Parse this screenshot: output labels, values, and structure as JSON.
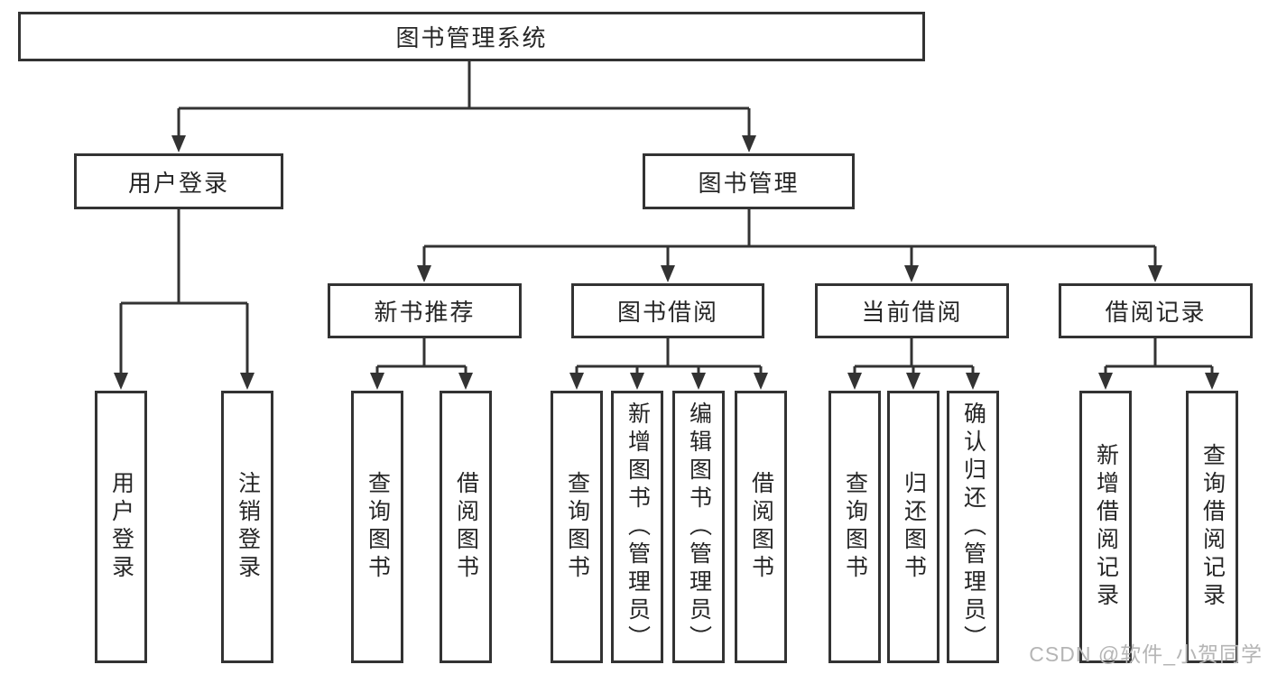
{
  "tree": {
    "label": "图书管理系统",
    "children": [
      {
        "label": "用户登录",
        "children": [
          {
            "label": "用户登录"
          },
          {
            "label": "注销登录"
          }
        ]
      },
      {
        "label": "图书管理",
        "children": [
          {
            "label": "新书推荐",
            "children": [
              {
                "label": "查询图书"
              },
              {
                "label": "借阅图书"
              }
            ]
          },
          {
            "label": "图书借阅",
            "children": [
              {
                "label": "查询图书"
              },
              {
                "label": "新增图书（管理员）"
              },
              {
                "label": "编辑图书（管理员）"
              },
              {
                "label": "借阅图书"
              }
            ]
          },
          {
            "label": "当前借阅",
            "children": [
              {
                "label": "查询图书"
              },
              {
                "label": "归还图书"
              },
              {
                "label": "确认归还（管理员）"
              }
            ]
          },
          {
            "label": "借阅记录",
            "children": [
              {
                "label": "新增借阅记录"
              },
              {
                "label": "查询借阅记录"
              }
            ]
          }
        ]
      }
    ]
  },
  "watermark": {
    "text": "CSDN @软件_小贺同学",
    "color": "#b5b5b5"
  },
  "colors": {
    "line": "#333333",
    "box_border": "#333333",
    "text": "#262626",
    "background": "#ffffff"
  }
}
